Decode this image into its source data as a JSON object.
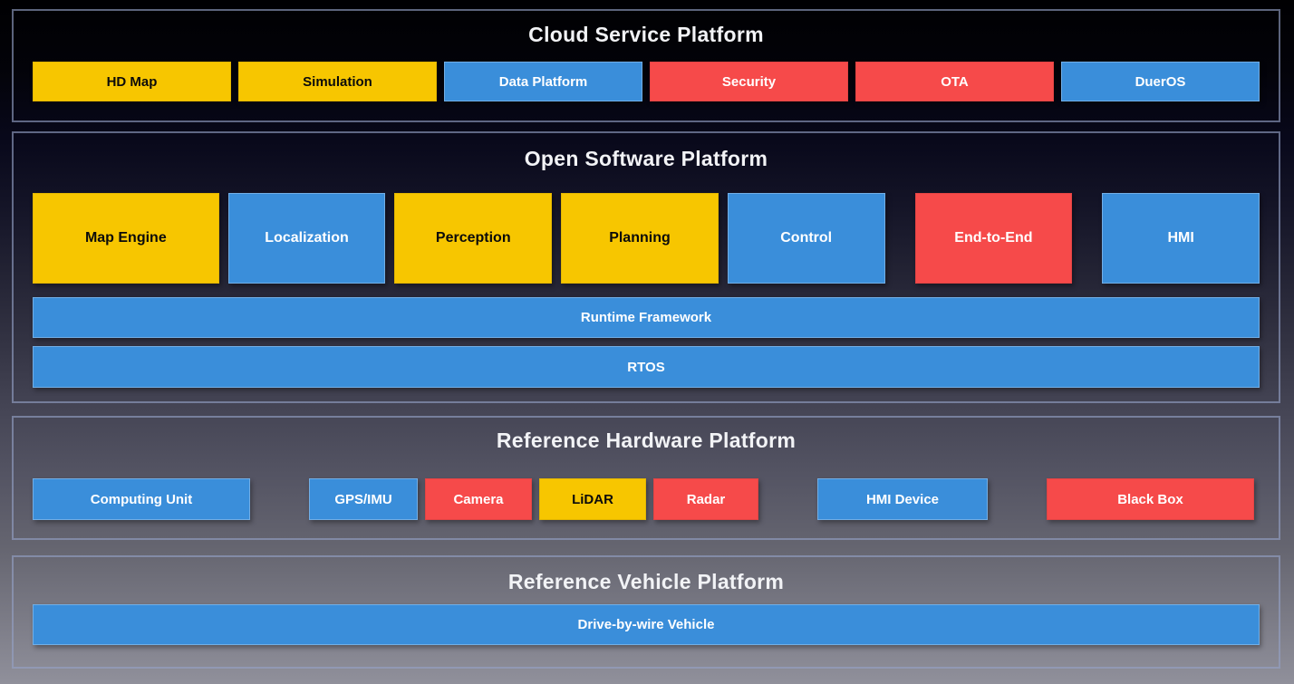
{
  "palette": {
    "yellow": {
      "bg": "#F7C600",
      "text": "#0b0b0b"
    },
    "blue": {
      "bg": "#3A8EDA",
      "text": "#ffffff"
    },
    "red": {
      "bg": "#F64A4A",
      "text": "#ffffff"
    }
  },
  "sections": [
    {
      "title": "Cloud Service Platform",
      "boxes": [
        {
          "label": "HD Map",
          "color": "yellow"
        },
        {
          "label": "Simulation",
          "color": "yellow"
        },
        {
          "label": "Data Platform",
          "color": "blue"
        },
        {
          "label": "Security",
          "color": "red"
        },
        {
          "label": "OTA",
          "color": "red"
        },
        {
          "label": "DuerOS",
          "color": "blue"
        }
      ]
    },
    {
      "title": "Open Software Platform",
      "modules": [
        {
          "label": "Map Engine",
          "color": "yellow"
        },
        {
          "label": "Localization",
          "color": "blue"
        },
        {
          "label": "Perception",
          "color": "yellow"
        },
        {
          "label": "Planning",
          "color": "yellow"
        },
        {
          "label": "Control",
          "color": "blue"
        },
        {
          "label": "End-to-End",
          "color": "red"
        },
        {
          "label": "HMI",
          "color": "blue"
        }
      ],
      "bars": [
        {
          "label": "Runtime Framework",
          "color": "blue"
        },
        {
          "label": "RTOS",
          "color": "blue"
        }
      ]
    },
    {
      "title": "Reference Hardware Platform",
      "boxes": [
        {
          "label": "Computing Unit",
          "color": "blue"
        },
        {
          "label": "GPS/IMU",
          "color": "blue"
        },
        {
          "label": "Camera",
          "color": "red"
        },
        {
          "label": "LiDAR",
          "color": "yellow"
        },
        {
          "label": "Radar",
          "color": "red"
        },
        {
          "label": "HMI Device",
          "color": "blue"
        },
        {
          "label": "Black Box",
          "color": "red"
        }
      ]
    },
    {
      "title": "Reference Vehicle Platform",
      "bars": [
        {
          "label": "Drive-by-wire Vehicle",
          "color": "blue"
        }
      ]
    }
  ]
}
